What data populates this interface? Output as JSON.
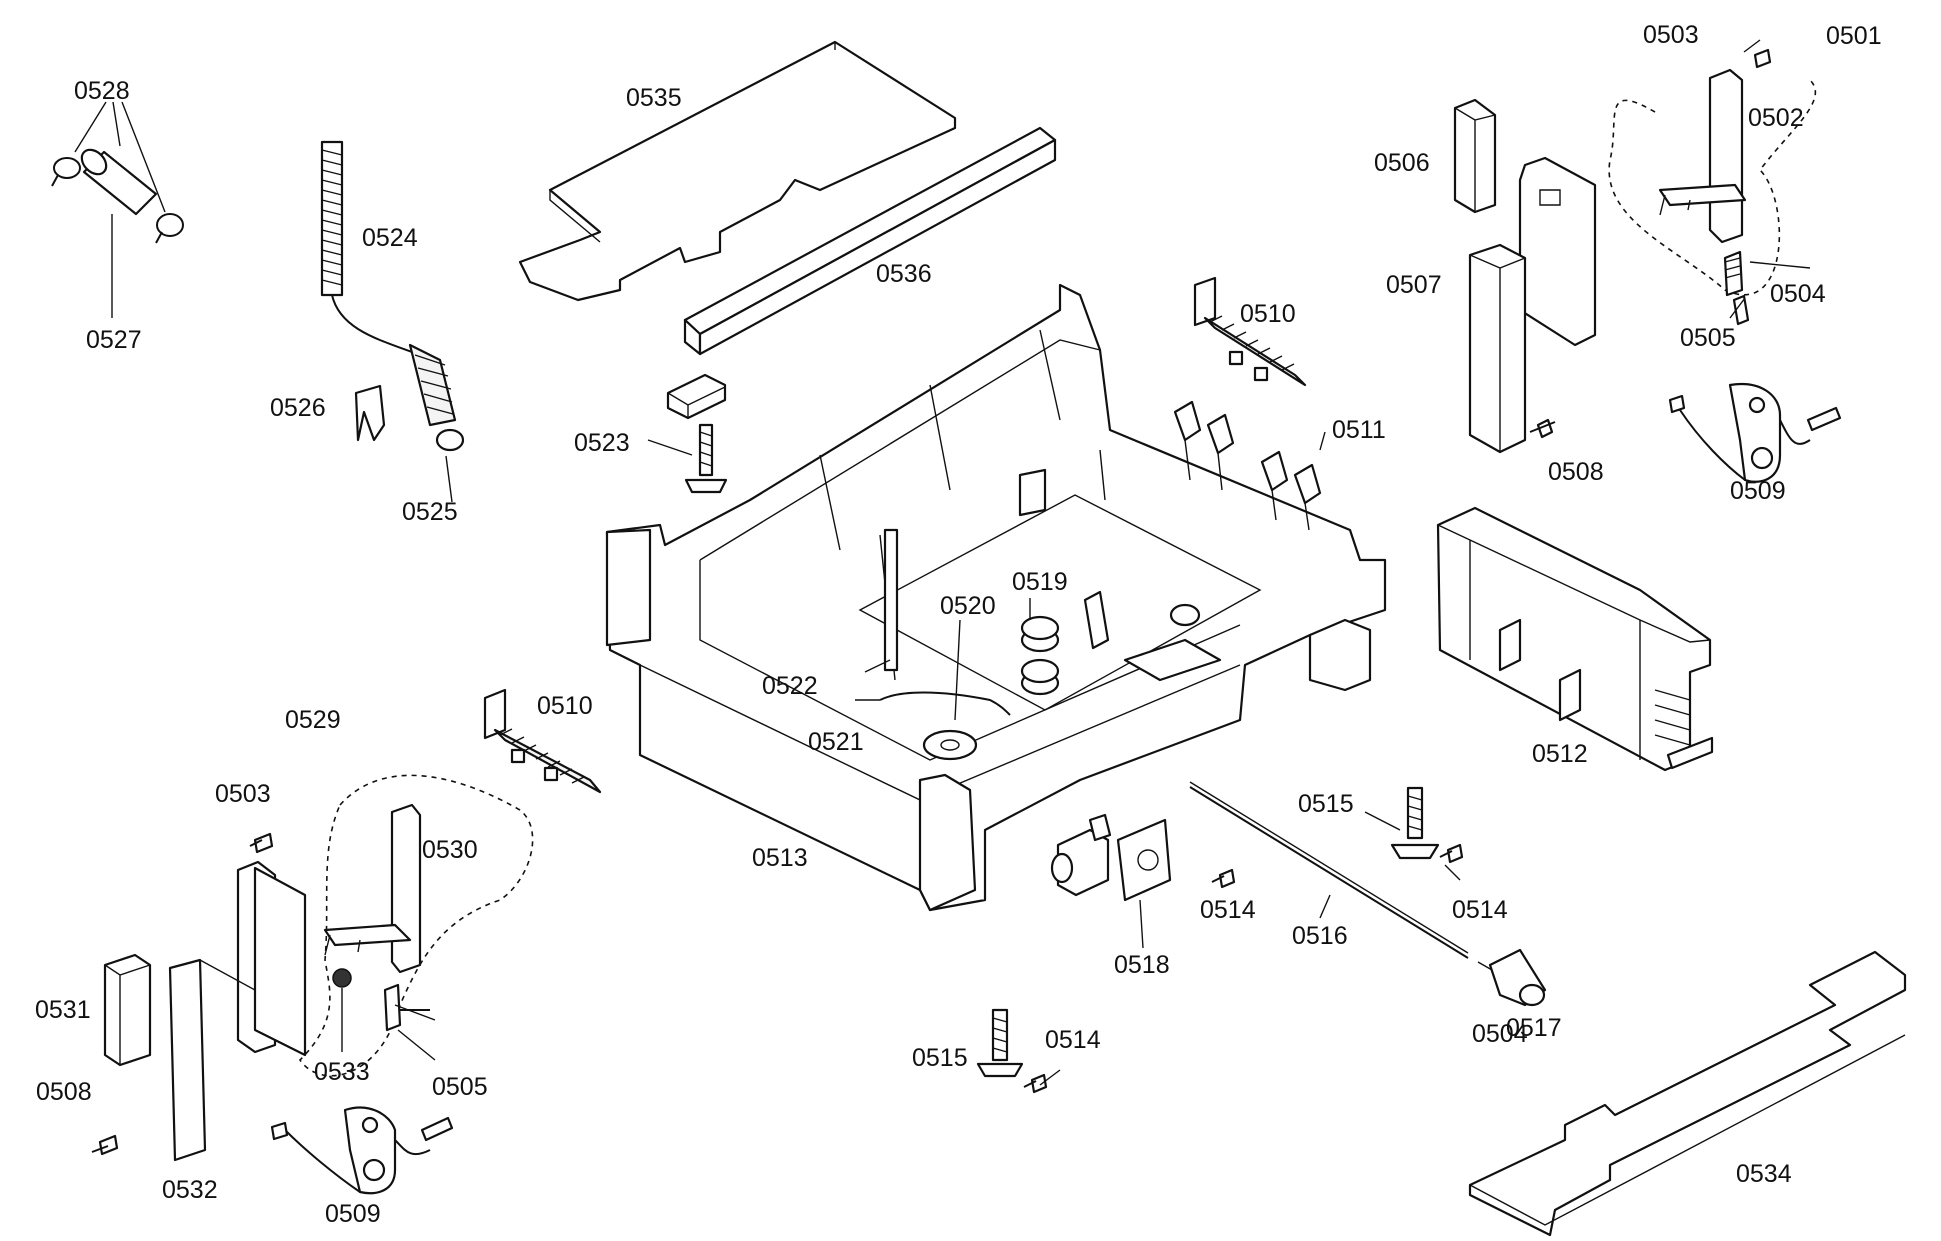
{
  "labels": {
    "p0501": "0501",
    "p0502": "0502",
    "p0503": "0503",
    "p0503b": "0503",
    "p0504": "0504",
    "p0504b": "0504",
    "p0505": "0505",
    "p0505b": "0505",
    "p0506": "0506",
    "p0507": "0507",
    "p0508": "0508",
    "p0508b": "0508",
    "p0509": "0509",
    "p0509b": "0509",
    "p0510": "0510",
    "p0510b": "0510",
    "p0511": "0511",
    "p0512": "0512",
    "p0513": "0513",
    "p0514a": "0514",
    "p0514b": "0514",
    "p0514c": "0514",
    "p0515a": "0515",
    "p0515b": "0515",
    "p0516": "0516",
    "p0517": "0517",
    "p0518": "0518",
    "p0519": "0519",
    "p0520": "0520",
    "p0521": "0521",
    "p0522": "0522",
    "p0523": "0523",
    "p0524": "0524",
    "p0525": "0525",
    "p0526": "0526",
    "p0527": "0527",
    "p0528": "0528",
    "p0529": "0529",
    "p0530": "0530",
    "p0531": "0531",
    "p0532": "0532",
    "p0533": "0533",
    "p0534": "0534",
    "p0535": "0535",
    "p0536": "0536"
  }
}
